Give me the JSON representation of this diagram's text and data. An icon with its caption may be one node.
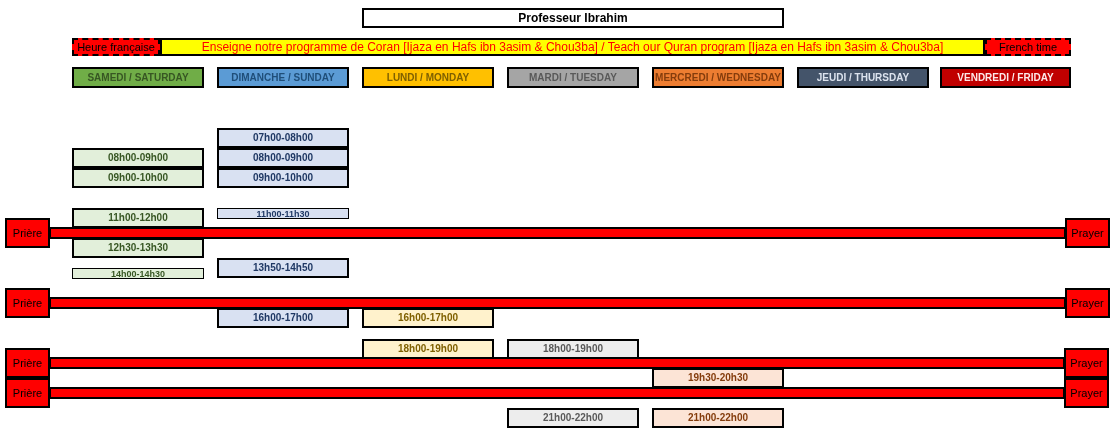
{
  "diagram": {
    "nodes": [
      {
        "text": [
          "Professeur Ibrahim"
        ]
      },
      {
        "text": [
          "Heure française"
        ]
      },
      {
        "text": [
          "Enseigne notre programme de Coran [Ijaza en Hafs ibn 3asim & Chou3ba] / Teach our Quran program [Ijaza en Hafs ibn 3asim & Chou3ba]"
        ]
      },
      {
        "text": [
          "French time"
        ]
      },
      {
        "text": [
          "SAMEDI / SATURDAY"
        ]
      },
      {
        "text": [
          "DIMANCHE / SUNDAY"
        ]
      },
      {
        "text": [
          "LUNDI / MONDAY"
        ]
      },
      {
        "text": [
          "MARDI / TUESDAY"
        ]
      },
      {
        "text": [
          "MERCREDI / WEDNESDAY"
        ]
      },
      {
        "text": [
          "JEUDI / THURSDAY"
        ]
      },
      {
        "text": [
          "VENDREDI / FRIDAY"
        ]
      },
      {
        "text": [
          "07h00-08h00"
        ]
      },
      {
        "text": [
          "08h00-09h00"
        ]
      },
      {
        "text": [
          "08h00-09h00"
        ]
      },
      {
        "text": [
          "09h00-10h00"
        ]
      },
      {
        "text": [
          "09h00-10h00"
        ]
      },
      {
        "text": [
          "11h00-12h00"
        ]
      },
      {
        "text": [
          "11h00-11h30"
        ]
      },
      {
        "text": [
          "Prière"
        ]
      },
      {
        "text": [
          "Prayer"
        ]
      },
      {
        "text": [
          "12h30-13h30"
        ]
      },
      {
        "text": [
          "13h50-14h50"
        ]
      },
      {
        "text": [
          "14h00-14h30"
        ]
      },
      {
        "text": [
          "Prière"
        ]
      },
      {
        "text": [
          "Prayer"
        ]
      },
      {
        "text": [
          "16h00-17h00"
        ]
      },
      {
        "text": [
          "16h00-17h00"
        ]
      },
      {
        "text": [
          "18h00-19h00"
        ]
      },
      {
        "text": [
          "18h00-19h00"
        ]
      },
      {
        "text": [
          "Prière"
        ]
      },
      {
        "text": [
          "Prayer"
        ]
      },
      {
        "text": [
          "19h30-20h30"
        ]
      },
      {
        "text": [
          "Prière"
        ]
      },
      {
        "text": [
          "Prayer"
        ]
      },
      {
        "text": [
          "21h00-22h00"
        ]
      },
      {
        "text": [
          "21h00-22h00"
        ]
      }
    ],
    "edges": [
      {
        "from": 18,
        "to": 19,
        "arrow": "none",
        "style": "thick"
      },
      {
        "from": 23,
        "to": 24,
        "arrow": "none",
        "style": "thick"
      },
      {
        "from": 29,
        "to": 30,
        "arrow": "none",
        "style": "thick"
      },
      {
        "from": 32,
        "to": 33,
        "arrow": "none",
        "style": "thick"
      }
    ]
  }
}
